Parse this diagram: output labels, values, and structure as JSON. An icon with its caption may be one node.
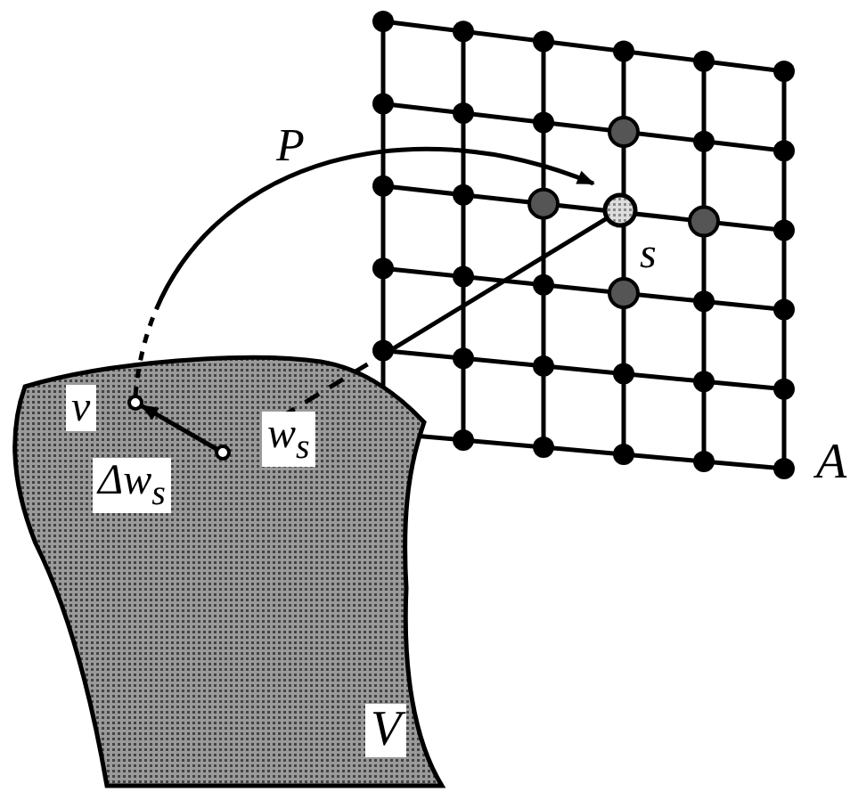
{
  "diagram": {
    "nodes": [
      {
        "text": [
          "A"
        ]
      },
      {
        "text": [],
        "shape": "circle",
        "in": 0,
        "beside": [
          "s"
        ]
      },
      {
        "text": [
          "V"
        ]
      },
      {
        "text": [],
        "shape": "circle",
        "in": 2,
        "beside": [
          "v"
        ]
      },
      {
        "text": [],
        "shape": "circle",
        "in": 2,
        "beside": [
          "w$_{s}$"
        ]
      }
    ],
    "edges": [
      {
        "from": 3,
        "to": 1,
        "arrow": "to",
        "label": "P",
        "style": "dashed"
      },
      {
        "from": 1,
        "to": 4,
        "arrow": "none",
        "style": "dashed"
      },
      {
        "from": 4,
        "to": 3,
        "arrow": "to",
        "label": "Δw$_{s}$"
      }
    ]
  }
}
